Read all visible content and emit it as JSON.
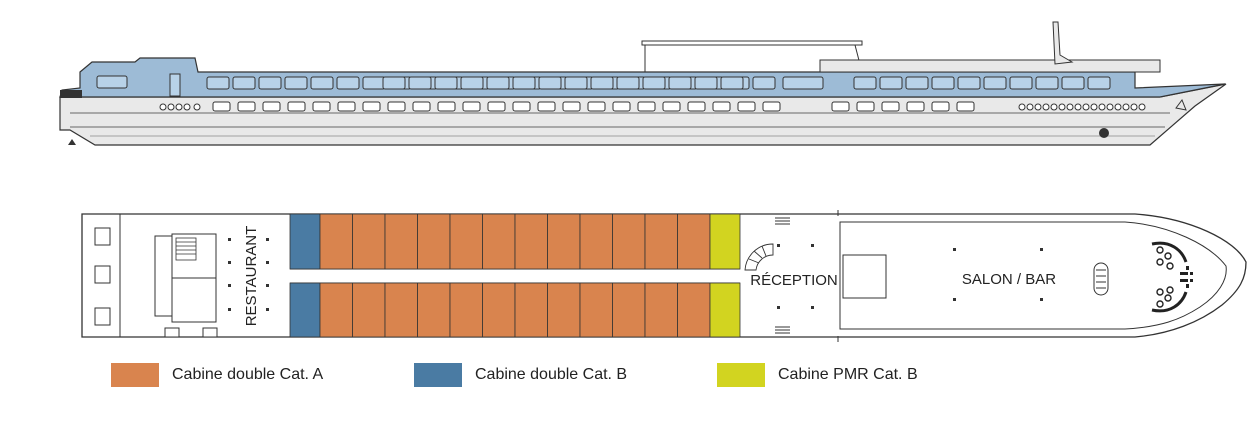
{
  "deck_labels": {
    "restaurant": "RESTAURANT",
    "reception": "RÉCEPTION",
    "salon_bar": "SALON / BAR"
  },
  "legend": [
    {
      "label": "Cabine double Cat. A",
      "color": "#d9844e"
    },
    {
      "label": "Cabine double Cat. B",
      "color": "#4a7ba3"
    },
    {
      "label": "Cabine PMR Cat. B",
      "color": "#d2d420"
    }
  ],
  "colors": {
    "hull": "#e8e8e8",
    "upper_deck": "#9dbbd6",
    "window": "#b8d2e8",
    "outline": "#333333",
    "cat_a": "#d9844e",
    "cat_b": "#4a7ba3",
    "pmr": "#d2d420"
  }
}
